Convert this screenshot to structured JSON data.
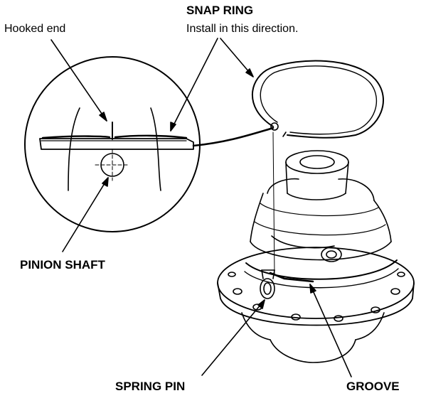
{
  "labels": {
    "snap_ring": "SNAP RING",
    "install_direction": "Install in this direction.",
    "hooked_end": "Hooked end",
    "pinion_shaft": "PINION SHAFT",
    "spring_pin": "SPRING PIN",
    "groove": "GROOVE"
  },
  "colors": {
    "ink": "#000000",
    "paper": "#ffffff"
  }
}
